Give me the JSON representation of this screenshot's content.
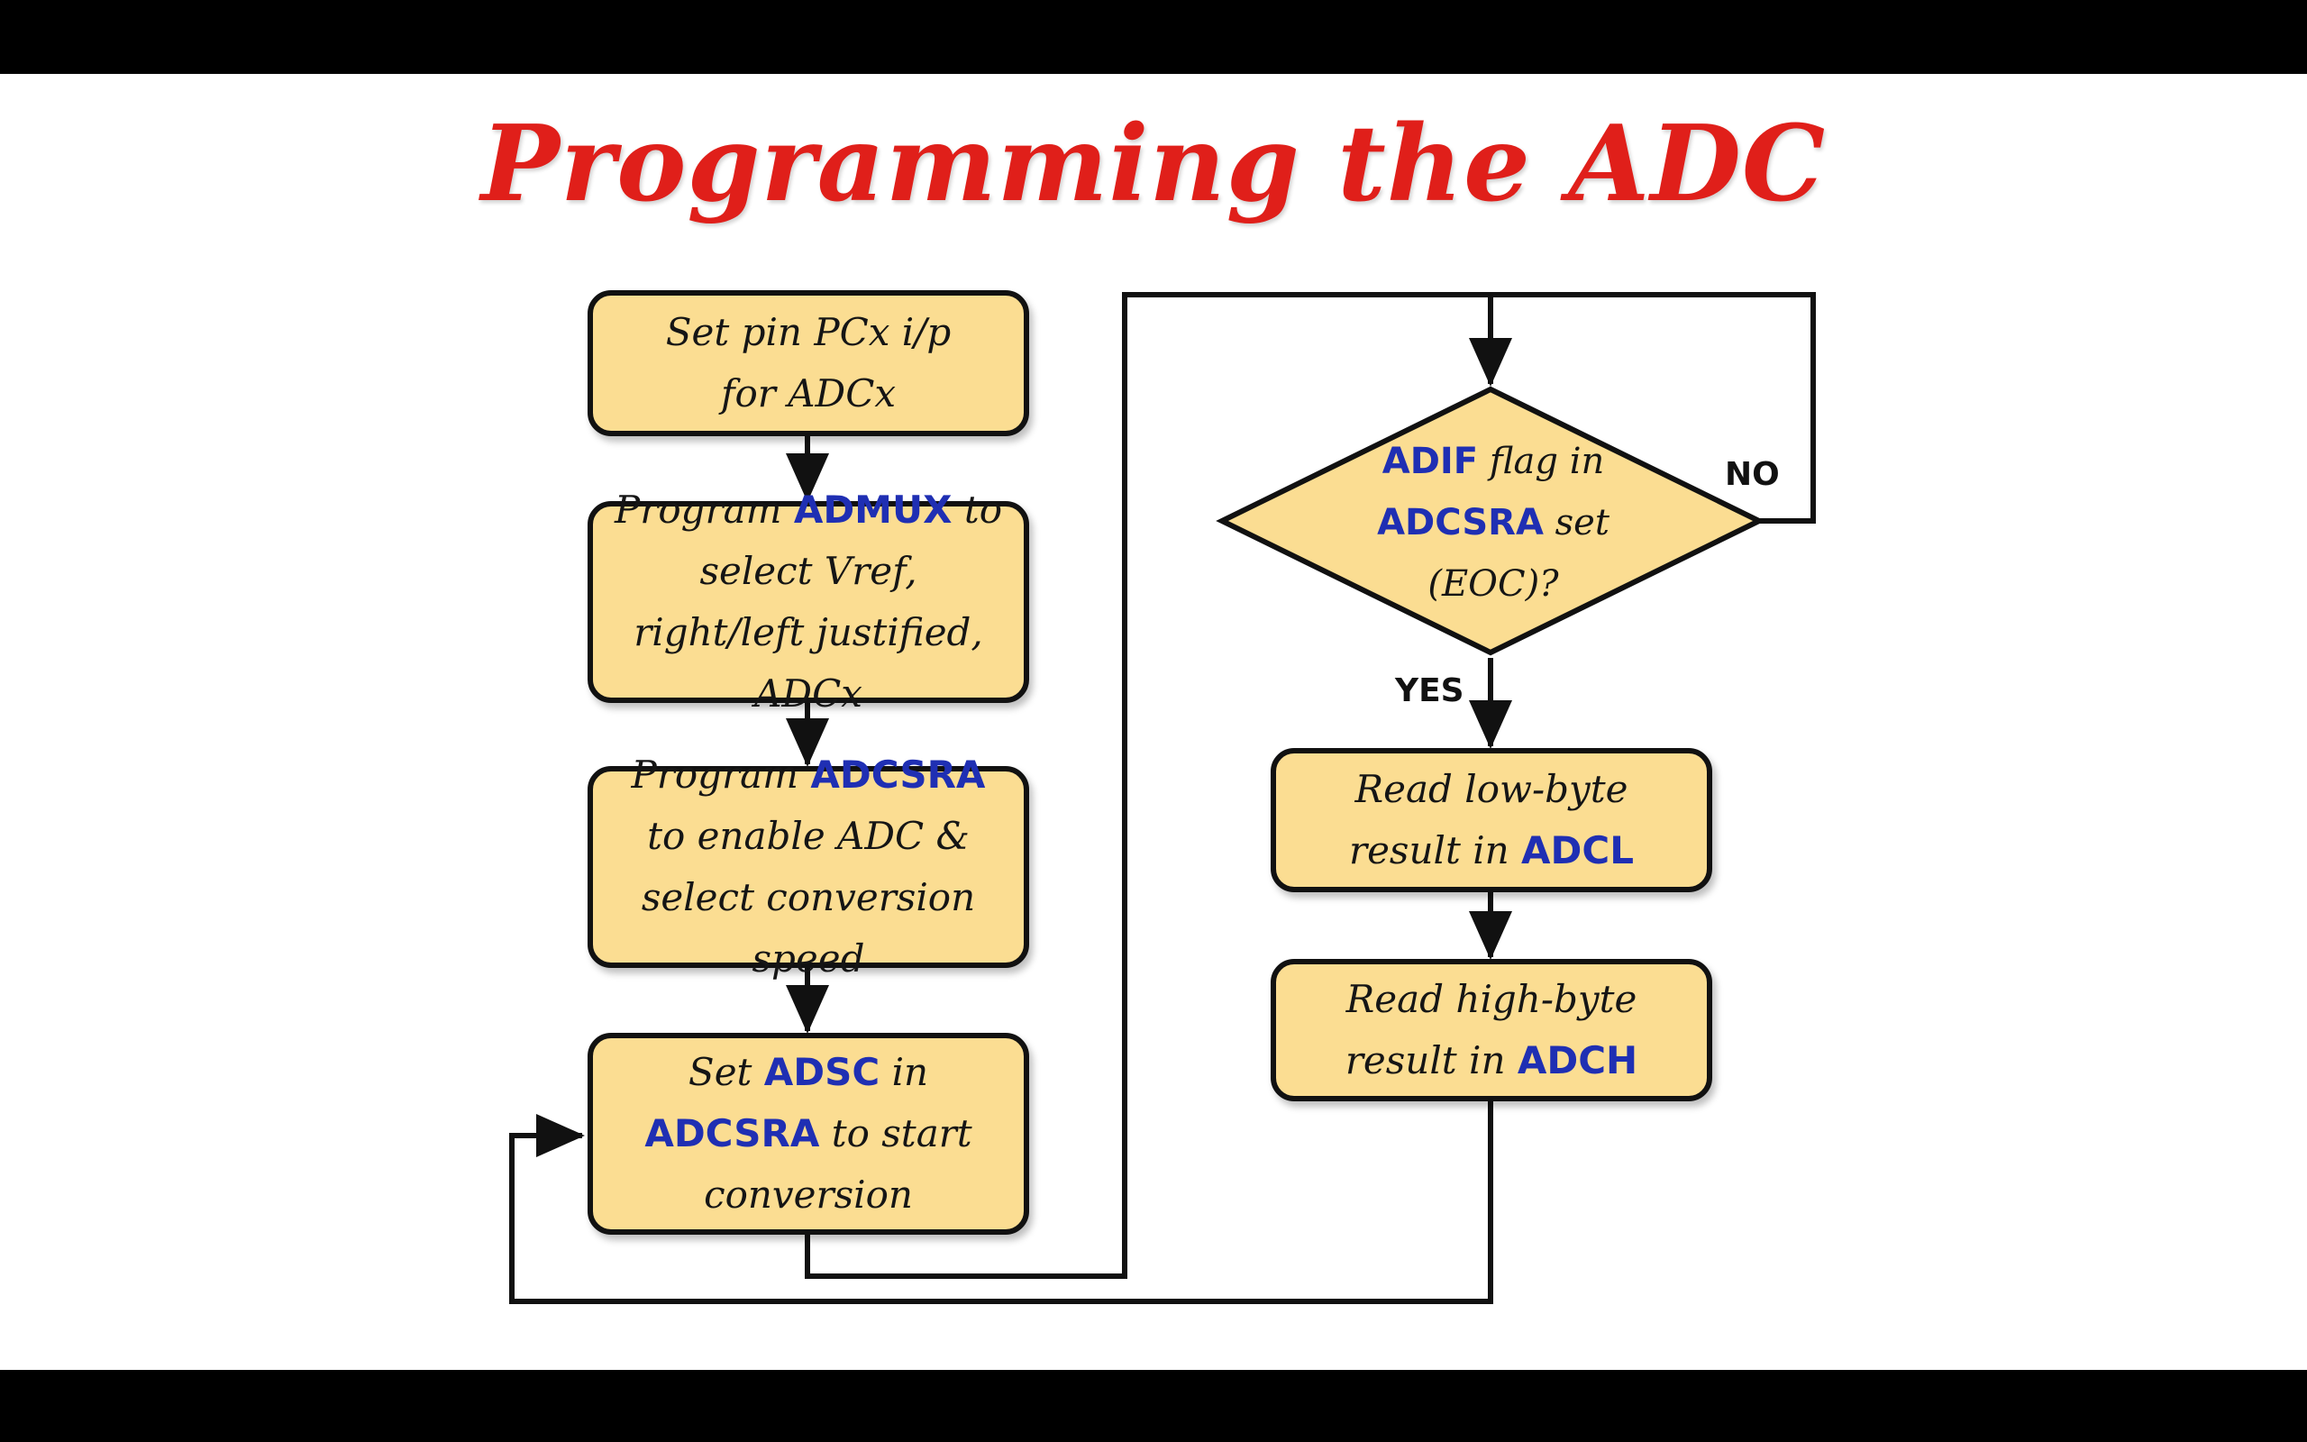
{
  "title": "Programming the ADC",
  "steps": [
    {
      "text": "Set pin PCx i/p for ADCx"
    },
    {
      "pre": "Program ",
      "kw": "ADMUX",
      "post": " to select Vref, right/left justified, ADCx"
    },
    {
      "pre": "Program ",
      "kw": "ADCSRA",
      "post": " to enable ADC & select conversion speed"
    },
    {
      "pre": "Set ",
      "kw": "ADSC",
      "mid": " in ",
      "kw2": "ADCSRA",
      "post": " to start conversion"
    }
  ],
  "decision": {
    "kw": "ADIF",
    "mid": " flag in ",
    "kw2": "ADCSRA",
    "post": " set (EOC)?",
    "no_label": "NO",
    "yes_label": "YES"
  },
  "reads": [
    {
      "pre": "Read low-byte result in ",
      "kw": "ADCL"
    },
    {
      "pre": "Read high-byte result in ",
      "kw": "ADCH"
    }
  ],
  "colors": {
    "title": "#e01f1a",
    "box_fill": "#fbdd92",
    "keyword": "#1f2fb3",
    "outline": "#111111"
  }
}
